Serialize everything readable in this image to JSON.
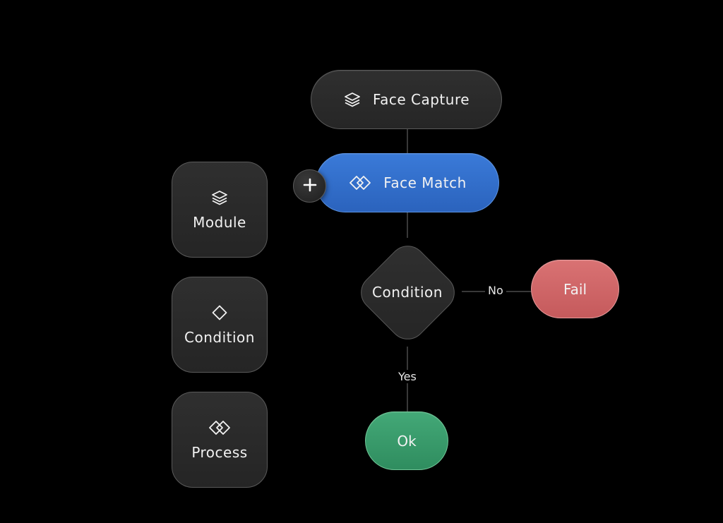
{
  "flow": {
    "face_capture": {
      "label": "Face Capture",
      "icon": "layers-icon"
    },
    "face_match": {
      "label": "Face Match",
      "icon": "linked-diamonds-icon"
    },
    "add_button": {
      "icon": "plus-icon"
    },
    "condition": {
      "label": "Condition"
    },
    "fail": {
      "label": "Fail"
    },
    "ok": {
      "label": "Ok"
    },
    "edges": {
      "no_label": "No",
      "yes_label": "Yes"
    }
  },
  "palette": {
    "items": [
      {
        "label": "Module",
        "icon": "layers-icon"
      },
      {
        "label": "Condition",
        "icon": "diamond-icon"
      },
      {
        "label": "Process",
        "icon": "linked-diamonds-icon"
      }
    ]
  },
  "colors": {
    "background": "#000000",
    "node_dark": "#2a2a2a",
    "node_blue": "#3270cc",
    "node_red": "#d06667",
    "node_green": "#3a9c6b",
    "connector": "#4a4a4a"
  }
}
